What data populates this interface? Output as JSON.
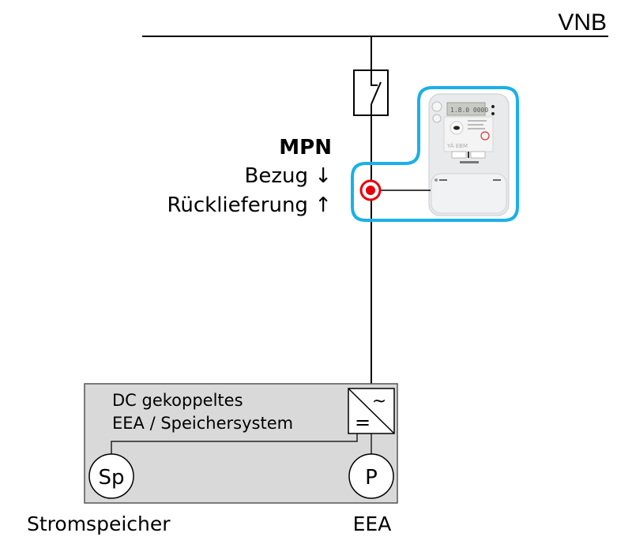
{
  "grid": {
    "label": "VNB"
  },
  "metering_point": {
    "title": "MPN",
    "import_label": "Bezug ↓",
    "export_label": "Rücklieferung ↑"
  },
  "system": {
    "title_line1": "DC gekoppeltes",
    "title_line2": "EEA / Speichersystem",
    "inverter": {
      "ac_symbol": "~",
      "dc_symbol": "="
    },
    "storage": {
      "symbol": "Sp",
      "label": "Stromspeicher"
    },
    "generator": {
      "symbol": "P",
      "label": "EEA"
    }
  },
  "colors": {
    "highlight_outline": "#1ab0e8",
    "measurement_point": "#e8000b",
    "system_box_fill": "#d9d9d9"
  }
}
